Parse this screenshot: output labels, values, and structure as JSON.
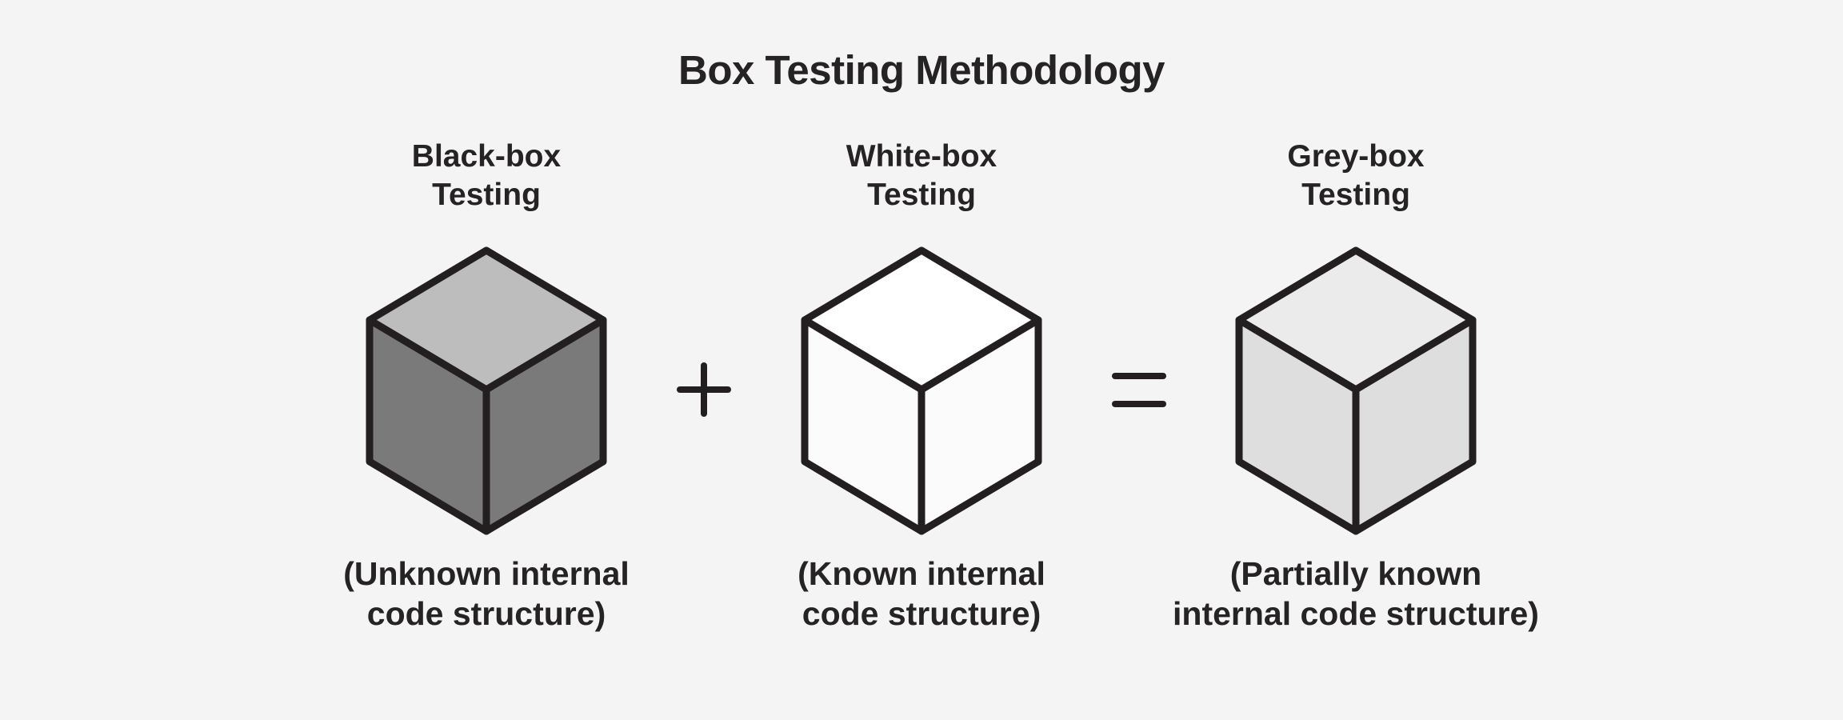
{
  "title": "Box Testing Methodology",
  "background_color": "#f5f4f4",
  "text_color": "#262324",
  "outline_color": "#231f20",
  "operators": {
    "plus": "+",
    "equals": "="
  },
  "cubes": [
    {
      "id": "black-box",
      "label_lines": [
        "Black-box",
        "Testing"
      ],
      "caption_lines": [
        "(Unknown internal",
        "code structure)"
      ],
      "faces": {
        "top": "#bdbdbd",
        "left": "#7a7a7a",
        "right": "#7a7a7a"
      }
    },
    {
      "id": "white-box",
      "label_lines": [
        "White-box",
        "Testing"
      ],
      "caption_lines": [
        "(Known internal",
        "code structure)"
      ],
      "faces": {
        "top": "#ffffff",
        "left": "#fbfbfb",
        "right": "#fbfbfb"
      }
    },
    {
      "id": "grey-box",
      "label_lines": [
        "Grey-box",
        "Testing"
      ],
      "caption_lines": [
        "(Partially known",
        "internal code structure)"
      ],
      "faces": {
        "top": "#ebebeb",
        "left": "#dedede",
        "right": "#dedede"
      }
    }
  ]
}
